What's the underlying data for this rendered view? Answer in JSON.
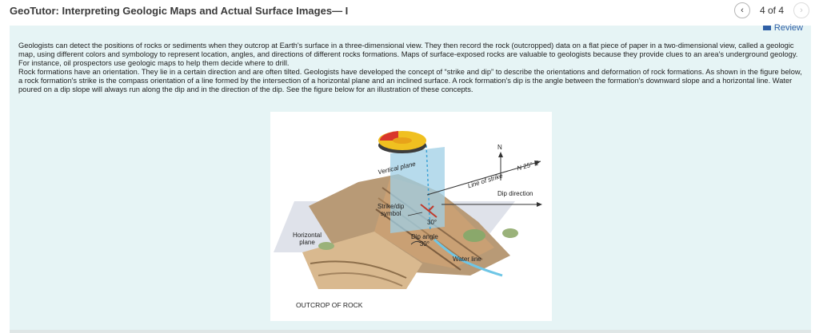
{
  "header": {
    "title": "GeoTutor: Interpreting Geologic Maps and Actual Surface Images— I",
    "page_count": "4 of 4",
    "prev_icon": "chevron-left-icon",
    "next_icon": "chevron-right-icon"
  },
  "review": {
    "label": "Review"
  },
  "paragraphs": [
    "Geologists can detect the positions of rocks or sediments when they outcrop at Earth's surface in a three-dimensional view. They then record the rock (outcropped) data on a flat piece of paper in a two-dimensional view, called a geologic map, using different colors and symbology to represent location, angles, and directions of different rocks formations. Maps of surface-exposed rocks are valuable to geologists because they provide clues to an area's underground geology. For instance, oil prospectors use geologic maps to help them decide where to drill.",
    "Rock formations have an orientation. They lie in a certain direction and are often tilted. Geologists have developed the concept of “strike and dip” to describe the orientations and deformation of rock formations. As shown in the figure below, a rock formation's strike is the compass orientation of a line formed by the intersection of a horizontal plane and an inclined surface. A rock formation's dip is the angle between the formation's downward slope and a horizontal line. Water poured on a dip slope will always run along the dip and in the direction of the dip. See the figure below for an illustration of these concepts."
  ],
  "figure": {
    "vertical_plane": "Vertical plane",
    "north": "N",
    "line_of_strike": "Line of strike",
    "strike_bearing": "N 25° E",
    "dip_direction": "Dip direction",
    "strike_dip_symbol_1": "Strike/dip",
    "strike_dip_symbol_2": "symbol",
    "symbol_angle": "30°",
    "horizontal_plane_1": "Horizontal",
    "horizontal_plane_2": "plane",
    "dip_angle": "Dip angle",
    "dip_angle_value": "30°",
    "water_line": "Water line",
    "caption": "OUTCROP OF ROCK"
  }
}
